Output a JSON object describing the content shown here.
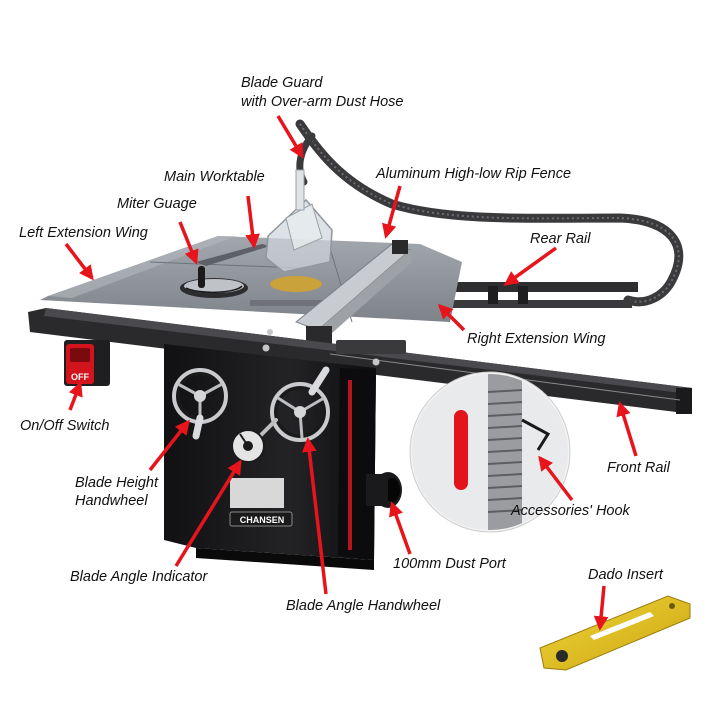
{
  "labels": {
    "blade_guard_line1": "Blade Guard",
    "blade_guard_line2": "with Over-arm Dust Hose",
    "main_worktable": "Main Worktable",
    "rip_fence": "Aluminum High-low Rip Fence",
    "miter_gauge": "Miter Guage",
    "left_extension_wing": "Left Extension Wing",
    "rear_rail": "Rear Rail",
    "right_extension_wing": "Right Extension Wing",
    "on_off_switch": "On/Off Switch",
    "front_rail": "Front Rail",
    "blade_height_line1": "Blade Height",
    "blade_height_line2": "Handwheel",
    "accessories_hook": "Accessories' Hook",
    "dust_port": "100mm Dust Port",
    "dado_insert": "Dado Insert",
    "blade_angle_indicator": "Blade Angle Indicator",
    "blade_angle_handwheel": "Blade Angle Handwheel"
  },
  "product": {
    "brand": "CHANSEN",
    "switch_text": "OFF"
  },
  "colors": {
    "arrow": "#e8141c",
    "cabinet": "#1b1b1d",
    "table_top": "#8f939a",
    "rail": "#2a2a2c",
    "dado_insert": "#e6c21a",
    "text": "#111111"
  }
}
